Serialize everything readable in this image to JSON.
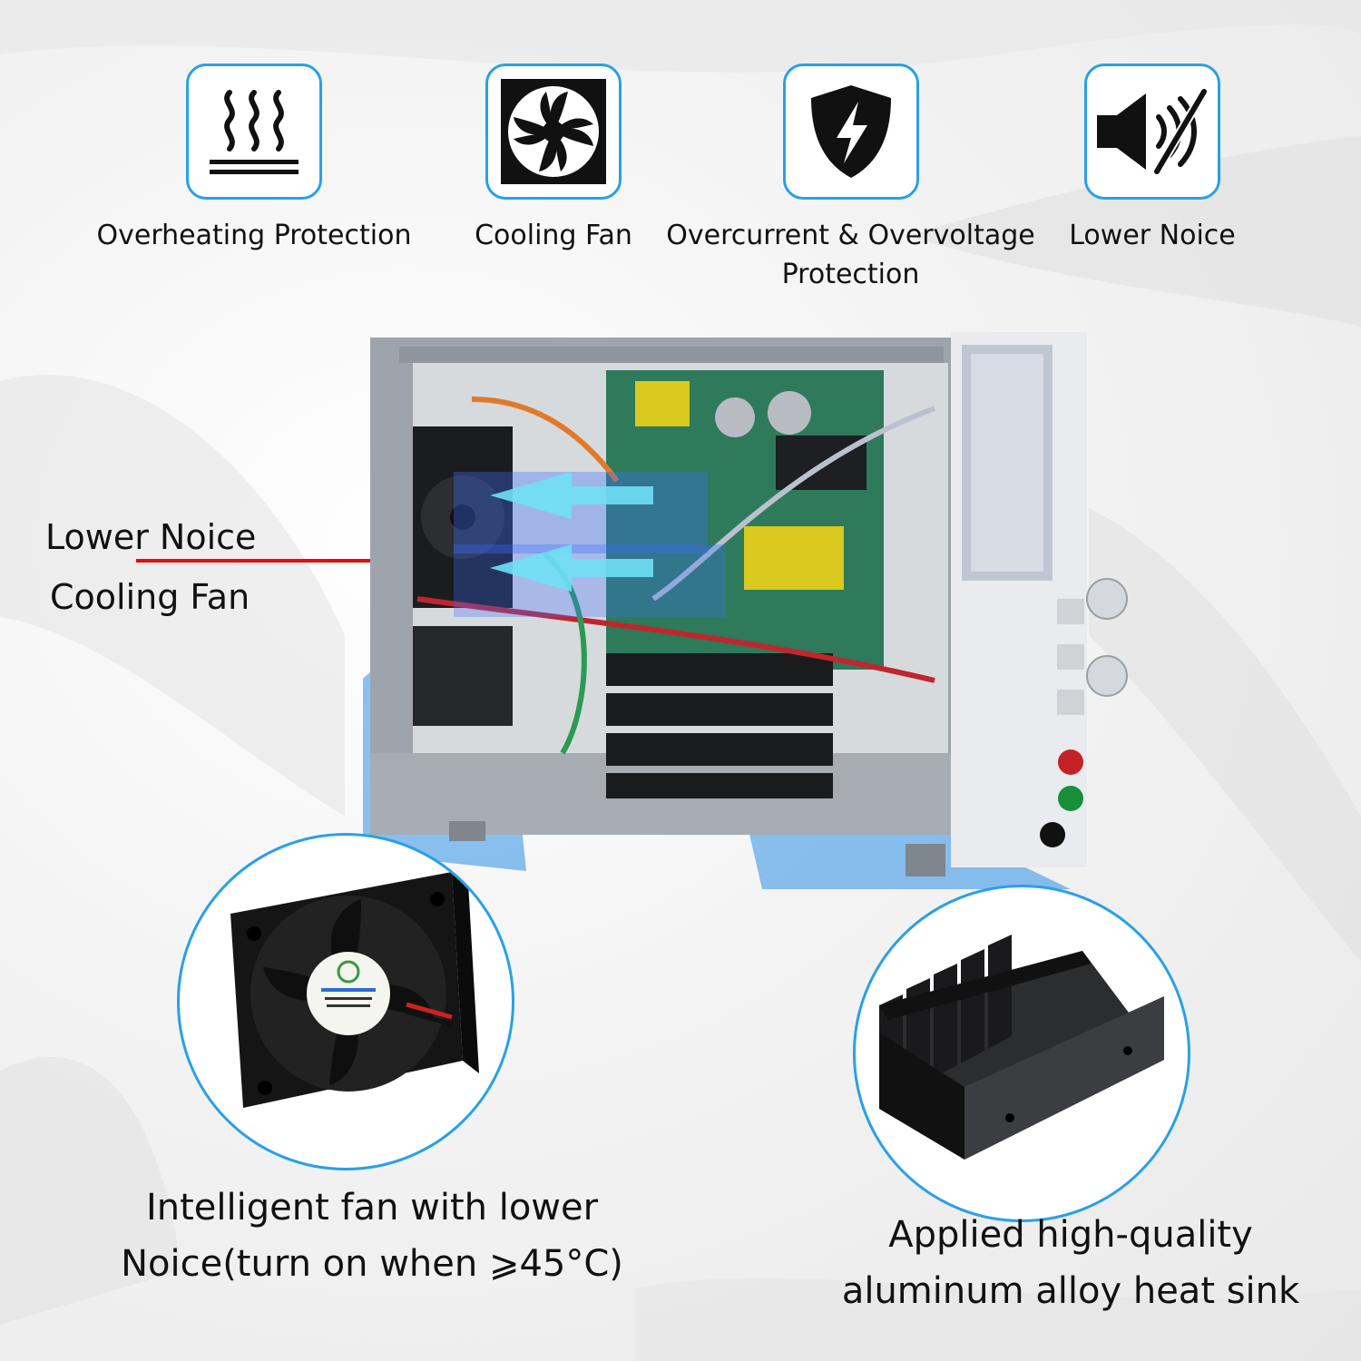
{
  "features": [
    {
      "icon": "heat-waves-icon",
      "label": "Overheating Protection"
    },
    {
      "icon": "fan-icon",
      "label": "Cooling Fan"
    },
    {
      "icon": "shield-bolt-icon",
      "label": "Overcurrent & Overvoltage Protection"
    },
    {
      "icon": "speaker-mute-icon",
      "label": "Lower Noice"
    }
  ],
  "side_labels": {
    "line1": "Lower Noice",
    "line2": "Cooling Fan"
  },
  "captions": {
    "fan": "Intelligent fan with lower Noice(turn on when ⩾45°C)",
    "heatsink": "Applied high-quality aluminum alloy heat sink"
  },
  "colors": {
    "accent": "#2aa0e6",
    "red_line": "#e01010",
    "beam": "#2b8fe8"
  }
}
